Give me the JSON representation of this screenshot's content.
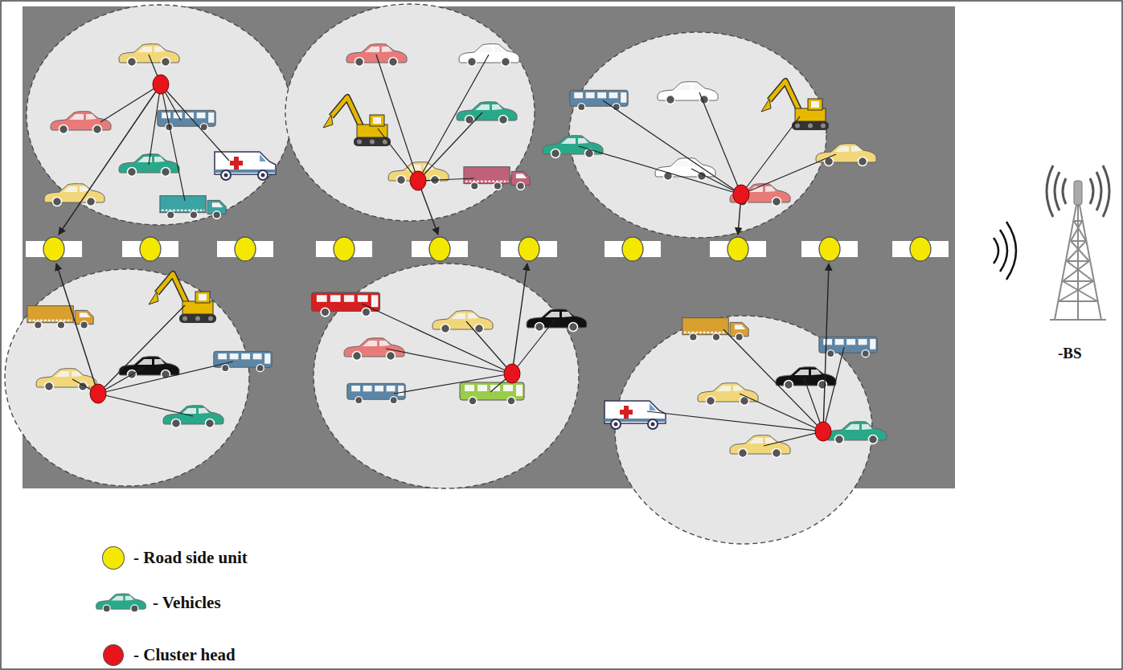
{
  "diagram": {
    "labels": [
      "-BS"
    ],
    "legend": [
      {
        "text": "- Road side unit",
        "color": "#f5e800"
      },
      {
        "text": "- Vehicles"
      },
      {
        "text": "- Cluster head",
        "color": "#e8141c"
      }
    ]
  }
}
